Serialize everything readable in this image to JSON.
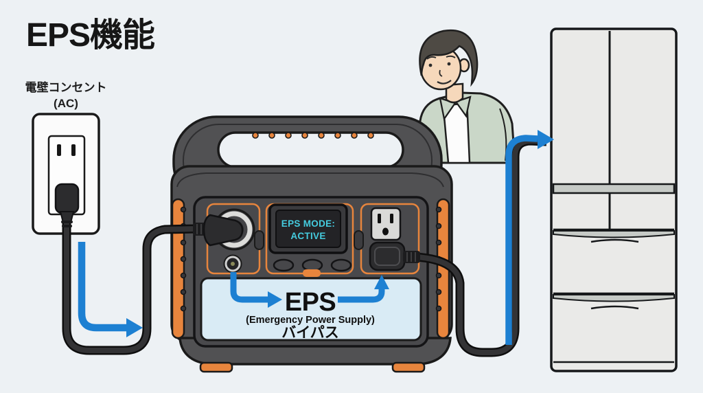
{
  "title": "EPS機能",
  "wall_outlet": {
    "label": "電壁コンセント",
    "sublabel": "(AC)"
  },
  "power_station": {
    "display": {
      "line1": "EPS MODE:",
      "line2": "ACTIVE"
    },
    "eps_panel": {
      "heading": "EPS",
      "subheading": "(Emergency Power Supply)",
      "mode": "バイパス"
    }
  },
  "illustration": {
    "flow": "wall-outlet → power-station EPS bypass → refrigerator",
    "elements": [
      "ac-wall-outlet",
      "power-cable",
      "portable-power-station",
      "person",
      "refrigerator",
      "blue-flow-arrows"
    ]
  },
  "colors": {
    "background": "#edf1f4",
    "accent_orange": "#e8853d",
    "arrow_blue": "#1d80d2",
    "display_text_cyan": "#45cbde",
    "station_body": "#515153",
    "eps_panel_bg": "#d9ebf5",
    "fridge_body": "#eaeae8",
    "jacket_green": "#cad7c8"
  }
}
